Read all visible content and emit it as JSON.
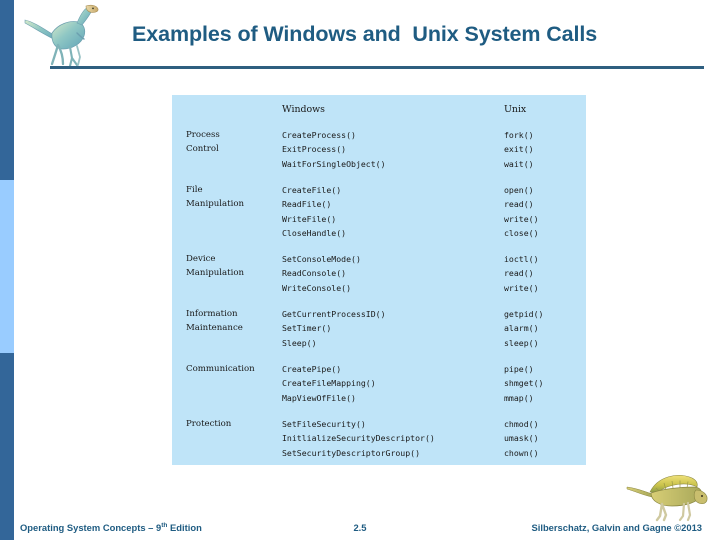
{
  "slide": {
    "title": "Examples of Windows and  Unix System Calls",
    "logo_icon": "dinosaur-gallimimus-icon",
    "footer_icon": "dinosaur-dimetrodon-icon",
    "accent_color": "#1F5C82",
    "rule_color": "#2E5F80",
    "sidebar_top_color": "#336699",
    "sidebar_mid_color": "#99CCFF",
    "sidebar_bottom_color": "#336699",
    "table_bg_color": "#BFE4F8"
  },
  "table": {
    "headers": {
      "category": "",
      "windows": "Windows",
      "unix": "Unix"
    },
    "rows": [
      {
        "category": "Process\nControl",
        "windows": "CreateProcess()\nExitProcess()\nWaitForSingleObject()",
        "unix": "fork()\nexit()\nwait()"
      },
      {
        "category": "File\nManipulation",
        "windows": "CreateFile()\nReadFile()\nWriteFile()\nCloseHandle()",
        "unix": "open()\nread()\nwrite()\nclose()"
      },
      {
        "category": "Device\nManipulation",
        "windows": "SetConsoleMode()\nReadConsole()\nWriteConsole()",
        "unix": "ioctl()\nread()\nwrite()"
      },
      {
        "category": "Information\nMaintenance",
        "windows": "GetCurrentProcessID()\nSetTimer()\nSleep()",
        "unix": "getpid()\nalarm()\nsleep()"
      },
      {
        "category": "Communication",
        "windows": "CreatePipe()\nCreateFileMapping()\nMapViewOfFile()",
        "unix": "pipe()\nshmget()\nmmap()"
      },
      {
        "category": "Protection",
        "windows": "SetFileSecurity()\nInitlializeSecurityDescriptor()\nSetSecurityDescriptorGroup()",
        "unix": "chmod()\numask()\nchown()"
      }
    ]
  },
  "footer": {
    "left_text": "Operating System Concepts – 9",
    "left_sup": "th",
    "left_tail": " Edition",
    "page_number": "2.5",
    "right_text": "Silberschatz, Galvin and Gagne ©2013"
  }
}
